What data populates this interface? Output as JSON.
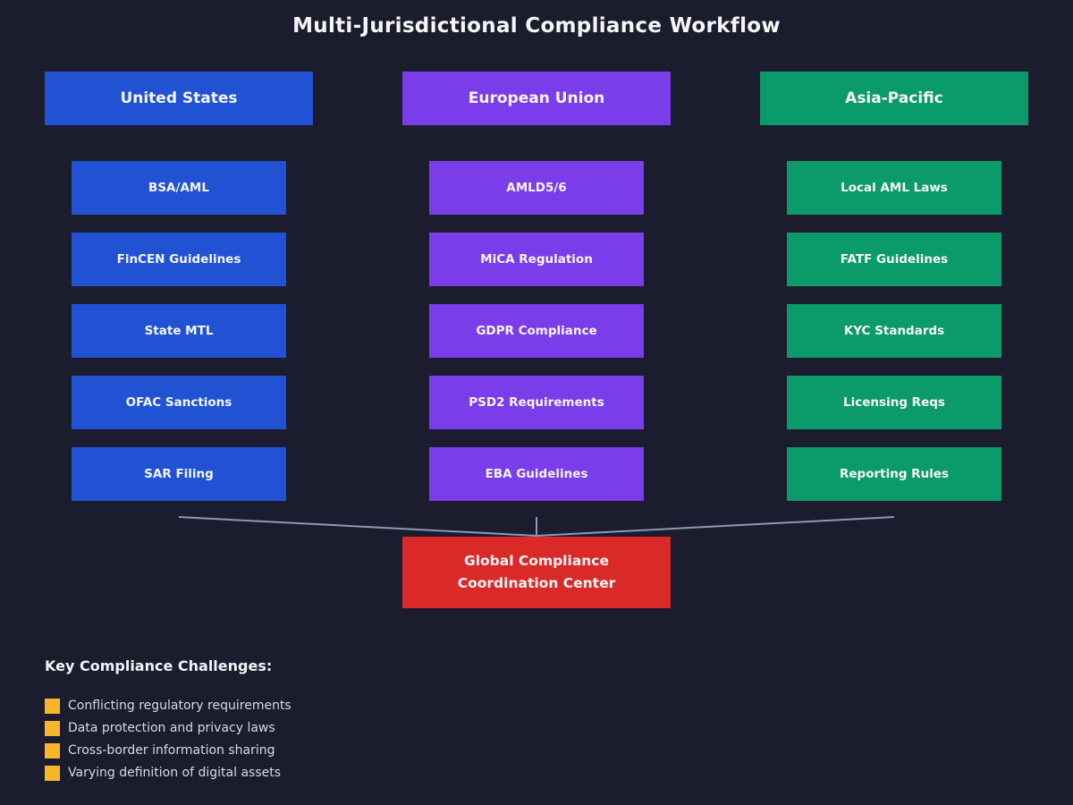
{
  "title": "Multi-Jurisdictional Compliance Workflow",
  "background_color": "#1b1c2e",
  "connector_color": "#8b9bb2",
  "columns": [
    {
      "header": "United States",
      "color": "#2152d3",
      "items": [
        "BSA/AML",
        "FinCEN Guidelines",
        "State MTL",
        "OFAC Sanctions",
        "SAR Filing"
      ]
    },
    {
      "header": "European Union",
      "color": "#7b3cea",
      "items": [
        "AMLD5/6",
        "MiCA Regulation",
        "GDPR Compliance",
        "PSD2 Requirements",
        "EBA Guidelines"
      ]
    },
    {
      "header": "Asia-Pacific",
      "color": "#0b9a69",
      "items": [
        "Local AML Laws",
        "FATF Guidelines",
        "KYC Standards",
        "Licensing Reqs",
        "Reporting Rules"
      ]
    }
  ],
  "center": {
    "color": "#d92a27",
    "line1": "Global Compliance",
    "line2": "Coordination Center"
  },
  "challenges": {
    "heading": "Key Compliance Challenges:",
    "bullet_color": "#f6b82a",
    "items": [
      "Conflicting regulatory requirements",
      "Data protection and privacy laws",
      "Cross-border information sharing",
      "Varying definition of digital assets"
    ]
  }
}
